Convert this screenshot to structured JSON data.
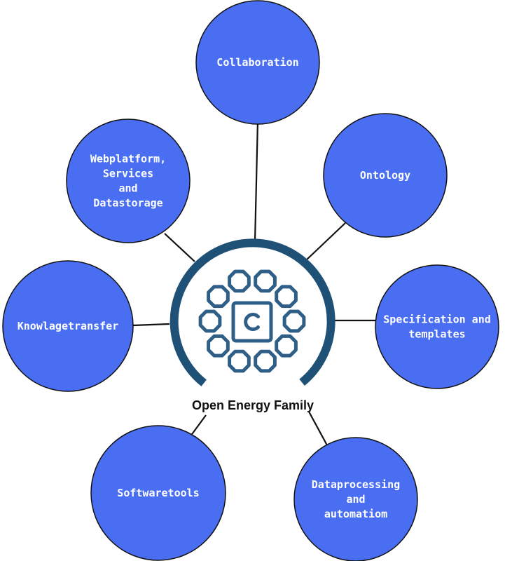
{
  "diagram": {
    "center": {
      "title": "Open Energy Family"
    },
    "nodes": [
      {
        "id": "collaboration",
        "lines": [
          "Collaboration"
        ]
      },
      {
        "id": "ontology",
        "lines": [
          "Ontology"
        ]
      },
      {
        "id": "specification",
        "lines": [
          "Specification and",
          "templates"
        ]
      },
      {
        "id": "dataprocessing",
        "lines": [
          "Dataprocessing",
          "and",
          "automatiom"
        ]
      },
      {
        "id": "softwaretools",
        "lines": [
          "Softwaretools"
        ]
      },
      {
        "id": "knowlagetransfer",
        "lines": [
          "Knowlagetransfer"
        ]
      },
      {
        "id": "webplatform",
        "lines": [
          "Webplatform,",
          "Services",
          "and",
          "Datastorage"
        ]
      }
    ],
    "colors": {
      "node_fill": "#4a6ef2",
      "node_text": "#ffffff",
      "connector": "#111111",
      "logo_ring": "#1f5177",
      "logo_hex": "#2f5f86"
    }
  }
}
